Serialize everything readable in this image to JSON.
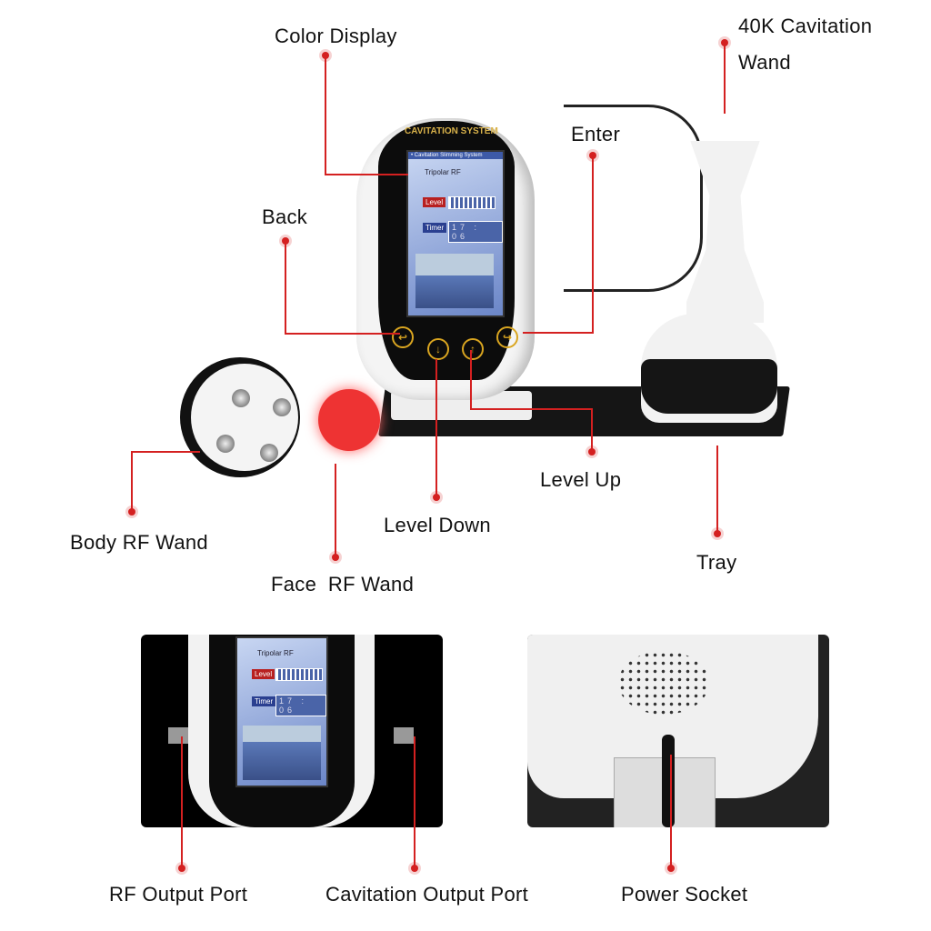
{
  "labels": {
    "color_display": "Color Display",
    "cavitation_wand_1": "40K Cavitation",
    "cavitation_wand_2": "Wand",
    "enter": "Enter",
    "back": "Back",
    "level_up": "Level Up",
    "level_down": "Level Down",
    "body_rf_wand": "Body RF Wand",
    "face_rf_wand": "Face  RF Wand",
    "tray": "Tray",
    "rf_output_port": "RF Output Port",
    "cavitation_output_port": "Cavitation Output Port",
    "power_socket": "Power Socket"
  },
  "device_screen": {
    "brand": "CAVITATION SYSTEM",
    "header": "• Cavitation Slimming System",
    "mode": "Tripolar RF",
    "level_label": "Level",
    "timer_label": "Timer",
    "timer_value": "17 : 06"
  },
  "colors": {
    "accent": "#d42020",
    "screen": "#6b86c8",
    "button_gold": "#d9a520"
  }
}
